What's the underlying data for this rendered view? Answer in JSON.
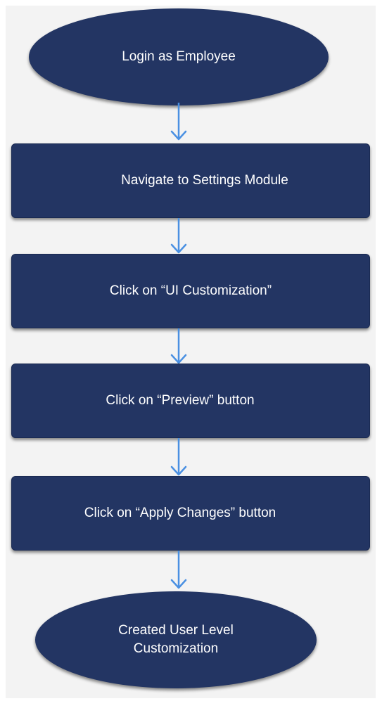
{
  "colors": {
    "node_fill": "#233563",
    "node_text": "#ffffff",
    "arrow": "#4a90e2",
    "background": "#f3f3f3"
  },
  "flowchart": {
    "start": {
      "label": "Login as Employee",
      "shape": "ellipse"
    },
    "steps": [
      {
        "label": "Navigate to Settings Module",
        "shape": "rectangle"
      },
      {
        "label": "Click on  “UI Customization”",
        "shape": "rectangle"
      },
      {
        "label": "Click on “Preview” button",
        "shape": "rectangle"
      },
      {
        "label": "Click on “Apply Changes” button",
        "shape": "rectangle"
      }
    ],
    "end": {
      "label": "Created User Level\nCustomization",
      "shape": "ellipse"
    }
  }
}
